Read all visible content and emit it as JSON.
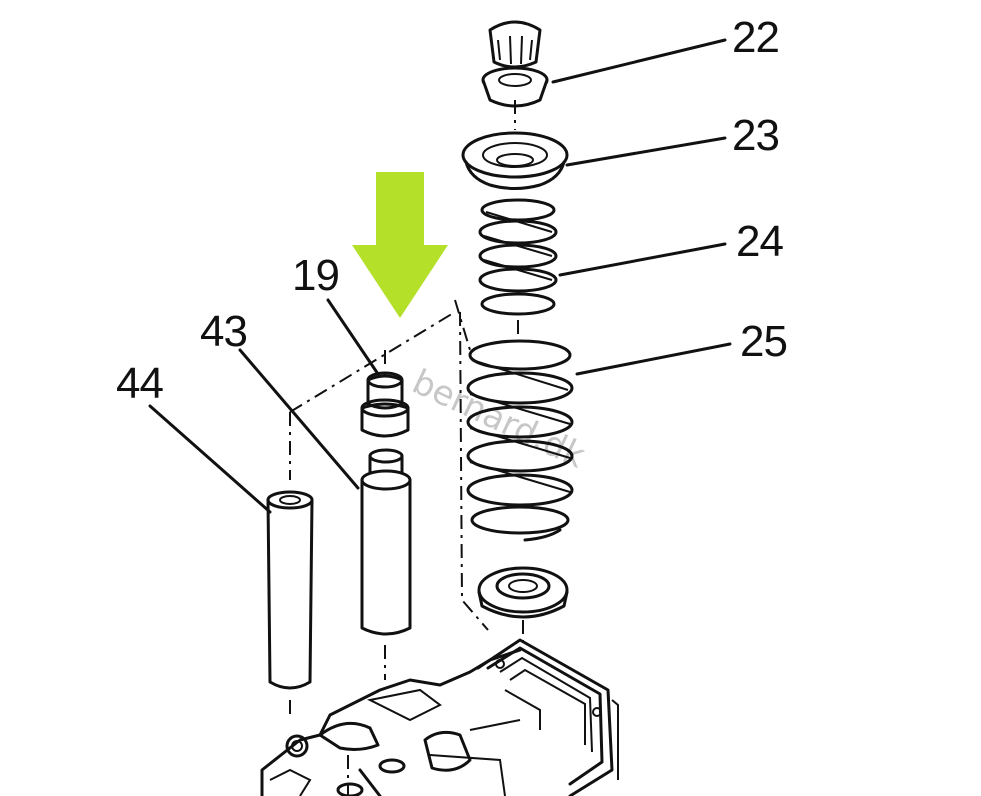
{
  "diagram": {
    "callouts": [
      {
        "id": "22",
        "label": "22"
      },
      {
        "id": "23",
        "label": "23"
      },
      {
        "id": "24",
        "label": "24"
      },
      {
        "id": "25",
        "label": "25"
      },
      {
        "id": "19",
        "label": "19"
      },
      {
        "id": "43",
        "label": "43"
      },
      {
        "id": "44",
        "label": "44"
      }
    ],
    "watermark": "bernard.dk",
    "highlight_color": "#b5e02a",
    "highlighted_part": "19"
  }
}
